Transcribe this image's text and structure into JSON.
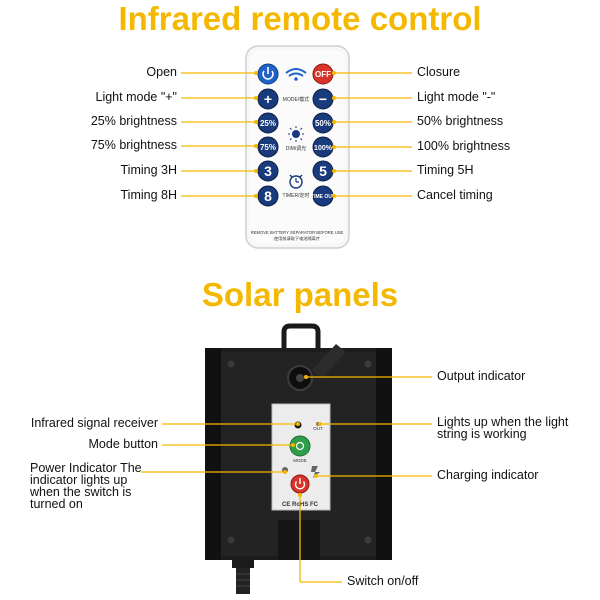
{
  "titles": {
    "remote": "Infrared remote control",
    "solar": "Solar panels"
  },
  "remote_labels": {
    "open": "Open",
    "closure": "Closure",
    "light_plus": "Light mode \"+\"",
    "light_minus": "Light mode \"-\"",
    "b25": "25% brightness",
    "b50": "50% brightness",
    "b75": "75% brightness",
    "b100": "100% brightness",
    "t3": "Timing 3H",
    "t5": "Timing 5H",
    "t8": "Timing 8H",
    "cancel": "Cancel timing"
  },
  "remote_buttons": {
    "off": "OFF",
    "plus": "+",
    "minus": "−",
    "p25": "25%",
    "p50": "50%",
    "p75": "75%",
    "p100": "100%",
    "n3": "3",
    "n5": "5",
    "n8": "8",
    "timeout": "TIME OUT",
    "mode_text": "MODE/模式",
    "dim_text": "DIM/调光",
    "timer_text": "TIMER/定时",
    "battery_note": "REMOVE BATTERY SEPARATOR BEFORE USE",
    "battery_note_cn": "使用前请取下电池隔离片"
  },
  "solar_labels": {
    "output": "Output indicator",
    "ir_receiver": "Infrared signal receiver",
    "lights_up": "Lights up when the light string is working",
    "mode_button": "Mode button",
    "power_indicator": "Power Indicator The indicator lights up when the switch is turned on",
    "charging": "Charging indicator",
    "switch": "Switch on/off"
  },
  "panel_text": {
    "out": "OUT",
    "mode": "MODE",
    "marks": "CE RoHS FC"
  },
  "colors": {
    "accent": "#f5b800",
    "remote_button": "#1a3a7e",
    "off_button": "#d9342b",
    "mode_button": "#2e9e4a"
  }
}
